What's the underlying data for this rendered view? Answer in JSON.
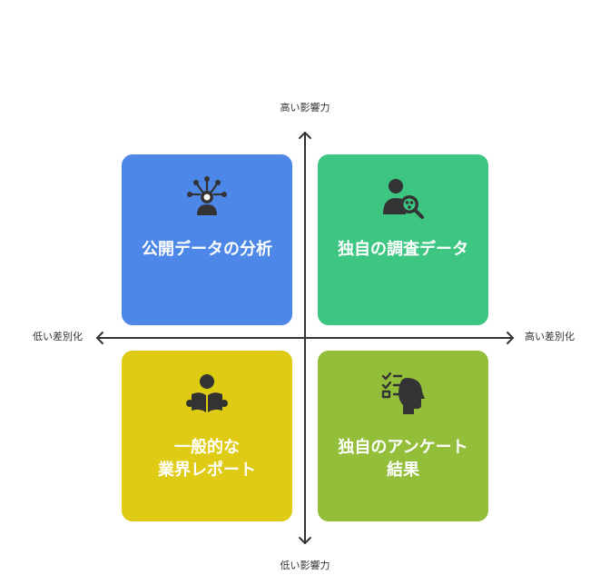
{
  "axes": {
    "top": "高い影響力",
    "bottom": "低い影響力",
    "left": "低い差別化",
    "right": "高い差別化"
  },
  "quadrants": {
    "top_left": {
      "lines": [
        "公開データの分析"
      ],
      "icon": "network-person-icon",
      "color": "#4d88e8"
    },
    "top_right": {
      "lines": [
        "独自の調査データ"
      ],
      "icon": "person-magnifier-icon",
      "color": "#3dc682"
    },
    "bottom_left": {
      "lines": [
        "一般的な",
        "業界レポート"
      ],
      "icon": "person-reading-icon",
      "color": "#e0cb14"
    },
    "bottom_right": {
      "lines": [
        "独自のアンケート",
        "結果"
      ],
      "icon": "checklist-head-icon",
      "color": "#93be3a"
    }
  }
}
